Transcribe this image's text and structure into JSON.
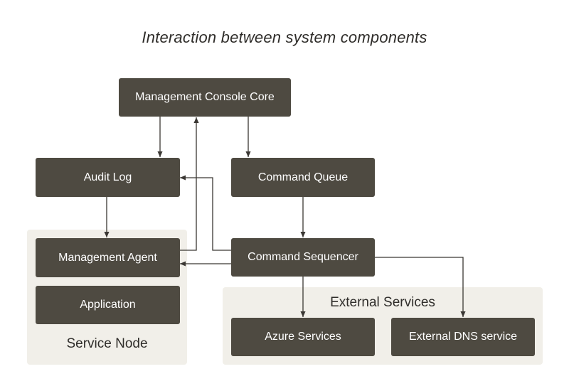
{
  "title": "Interaction between system components",
  "groups": {
    "service_node": {
      "label": "Service Node"
    },
    "external_services": {
      "label": "External Services"
    }
  },
  "nodes": {
    "management_console_core": "Management Console Core",
    "audit_log": "Audit Log",
    "command_queue": "Command Queue",
    "management_agent": "Management Agent",
    "command_sequencer": "Command Sequencer",
    "application": "Application",
    "azure_services": "Azure Services",
    "external_dns_service": "External DNS service"
  },
  "colors": {
    "node_fill": "#4e4a41",
    "node_text": "#ffffff",
    "group_fill": "#f1efe9",
    "connector": "#3a3733",
    "text": "#2f2d2a"
  }
}
